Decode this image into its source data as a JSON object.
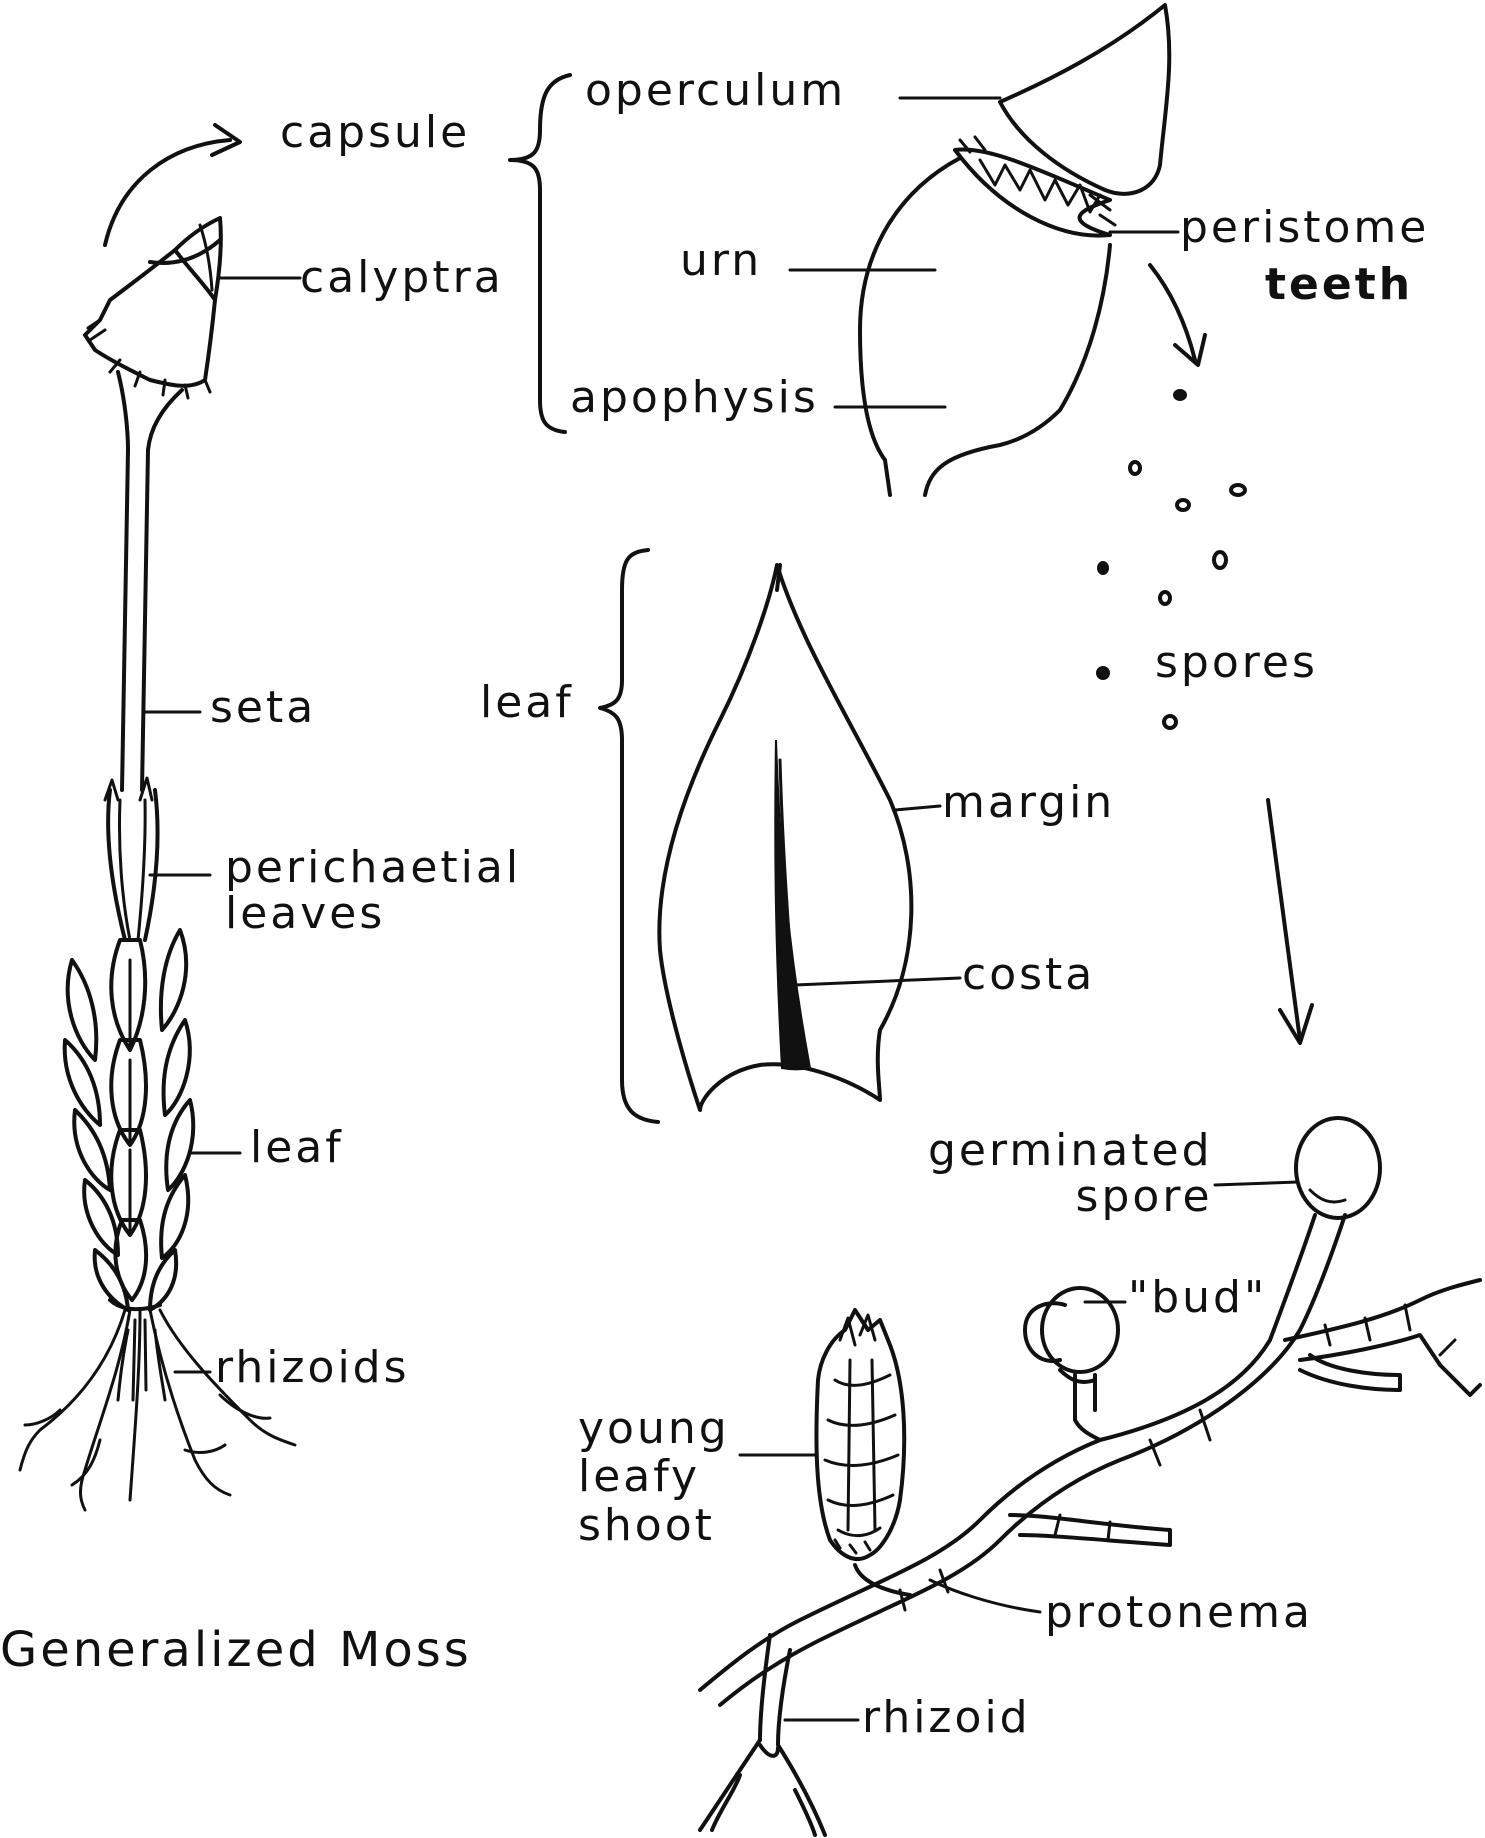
{
  "diagram": {
    "title": "Generalized Moss",
    "labels": {
      "capsule": "capsule",
      "calyptra": "calyptra",
      "seta": "seta",
      "perichaetial_leaves": "perichaetial\nleaves",
      "leaf_stem": "leaf",
      "rhizoids": "rhizoids",
      "operculum": "operculum",
      "urn": "urn",
      "apophysis": "apophysis",
      "peristome": "peristome",
      "teeth": "teeth",
      "leaf_detail": "leaf",
      "margin": "margin",
      "costa": "costa",
      "spores": "spores",
      "germinated_spore": "germinated\nspore",
      "bud": "\"bud\"",
      "young_leafy_shoot": "young\nleafy\nshoot",
      "protonema": "protonema",
      "rhizoid": "rhizoid"
    },
    "ink_color": "#111111",
    "background_color": "#ffffff"
  }
}
